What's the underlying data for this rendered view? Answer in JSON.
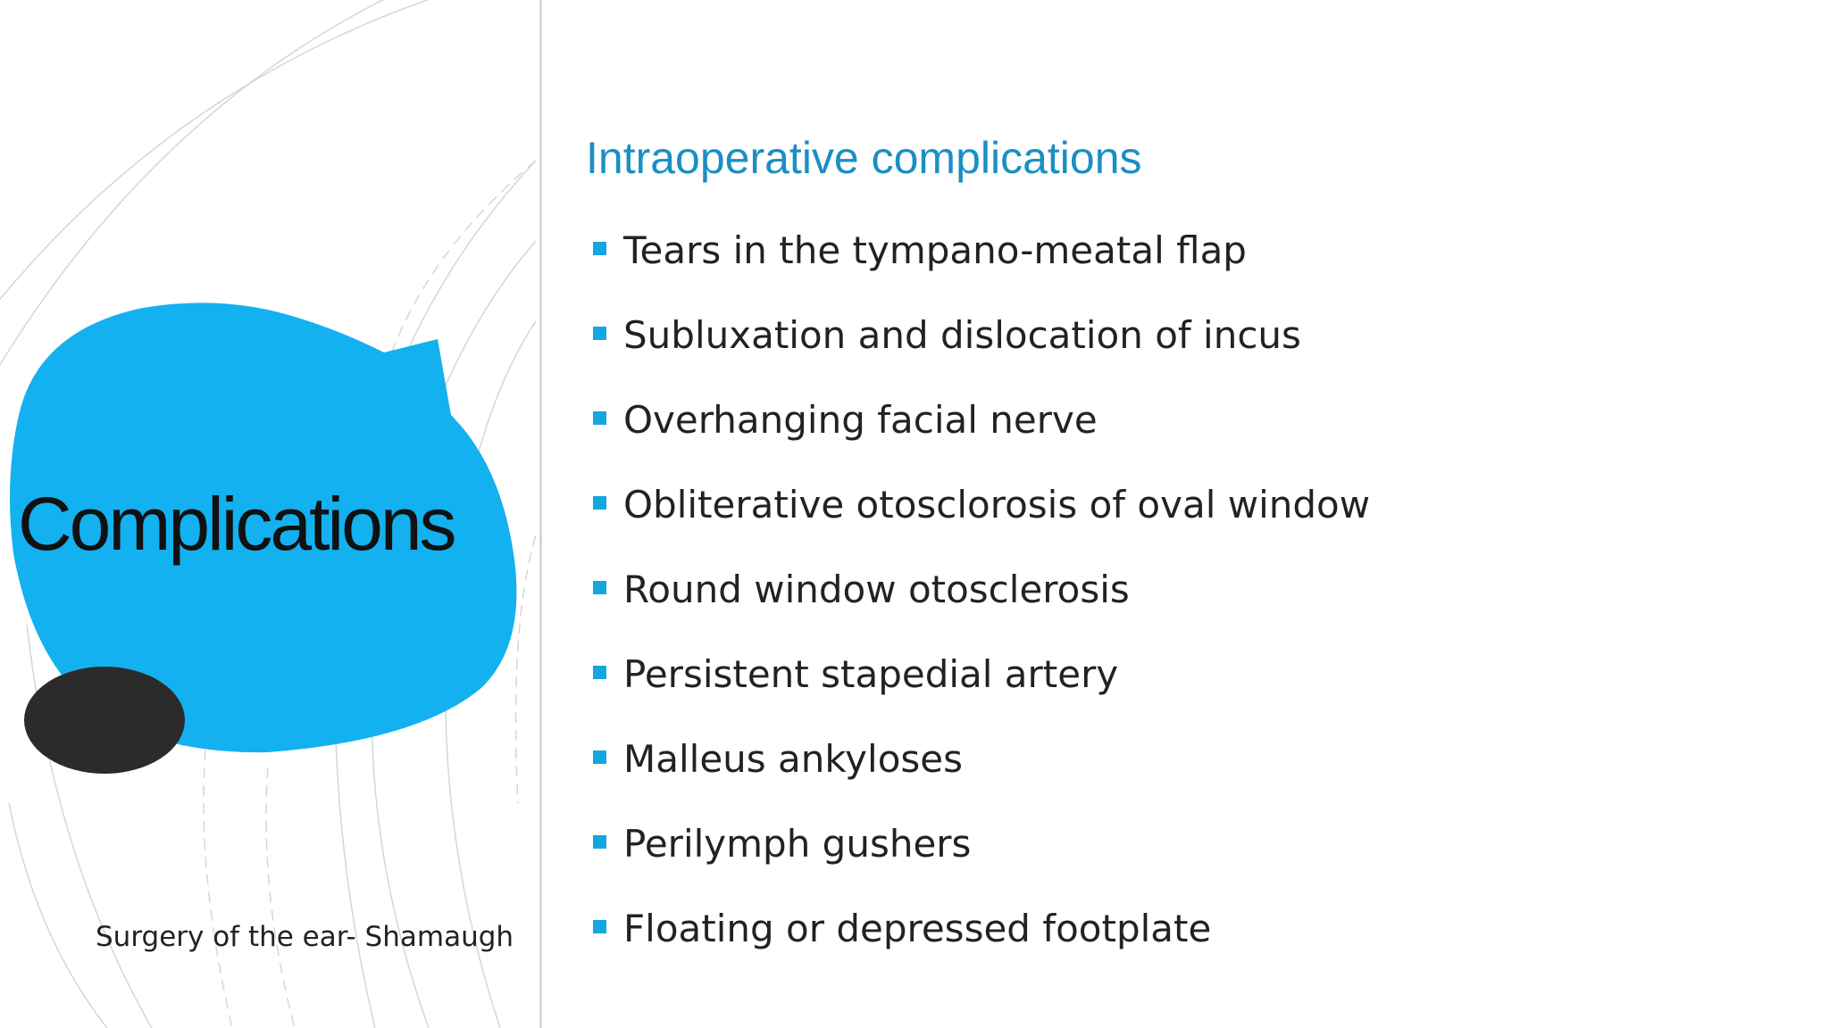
{
  "slide": {
    "title": "Complications",
    "source": "Surgery of the ear- Shamaugh",
    "section_heading": "Intraoperative complications",
    "bullets": [
      "Tears in the tympano-meatal flap",
      "Subluxation and dislocation of incus",
      "Overhanging facial nerve",
      "Obliterative otosclorosis of oval window",
      "Round window otosclerosis",
      "Persistent stapedial artery",
      "Malleus ankyloses",
      "Perilymph gushers",
      "Floating or depressed footplate"
    ]
  },
  "colors": {
    "accent_blue": "#13b1ef",
    "heading_blue": "#1a8fc3",
    "dark_blob": "#2b2b2b",
    "bullet_marker": "#13a6e0"
  },
  "icons": {
    "bullet": "square-bullet-icon"
  }
}
